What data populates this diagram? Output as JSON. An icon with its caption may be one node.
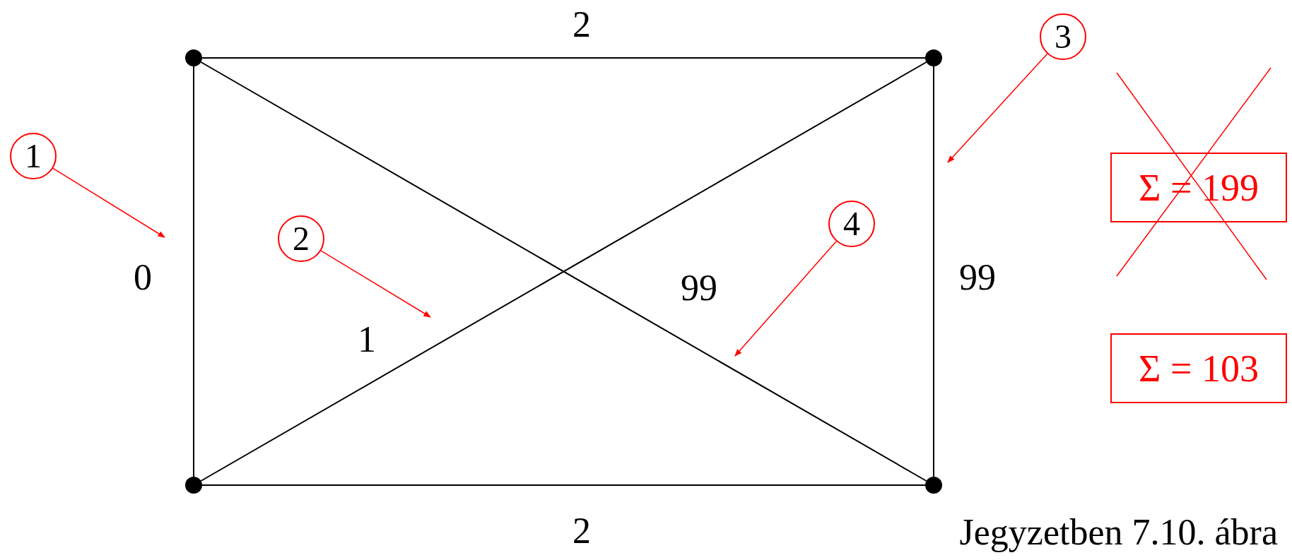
{
  "diagram": {
    "caption": "Jegyzetben 7.10. ábra",
    "nodes": [
      {
        "text": [],
        "shape": "circle"
      },
      {
        "text": [],
        "shape": "circle"
      },
      {
        "text": [],
        "shape": "circle"
      },
      {
        "text": [],
        "shape": "circle"
      },
      {
        "text": [
          "1"
        ]
      },
      {
        "text": [
          "2"
        ]
      },
      {
        "text": [
          "3"
        ]
      },
      {
        "text": [
          "4"
        ]
      },
      {
        "text": [
          "Σ = 199"
        ]
      },
      {
        "text": [
          "Σ = 103"
        ]
      }
    ],
    "edges": [
      {
        "from": 0,
        "to": 1,
        "arrow": "none",
        "label": "2"
      },
      {
        "from": 0,
        "to": 2,
        "arrow": "none",
        "label": "0"
      },
      {
        "from": 1,
        "to": 3,
        "arrow": "none",
        "label": "99"
      },
      {
        "from": 2,
        "to": 3,
        "arrow": "none",
        "label": "2"
      },
      {
        "from": 0,
        "to": 3,
        "arrow": "none",
        "label": "99"
      },
      {
        "from": 2,
        "to": 1,
        "arrow": "none",
        "label": "1"
      },
      {
        "from": 4,
        "to": null,
        "arrow": "to",
        "color": "#ff0000"
      },
      {
        "from": 5,
        "to": null,
        "arrow": "to",
        "color": "#ff0000"
      },
      {
        "from": 6,
        "to": null,
        "arrow": "to",
        "color": "#ff0000"
      },
      {
        "from": 7,
        "to": null,
        "arrow": "to",
        "color": "#ff0000"
      }
    ]
  }
}
